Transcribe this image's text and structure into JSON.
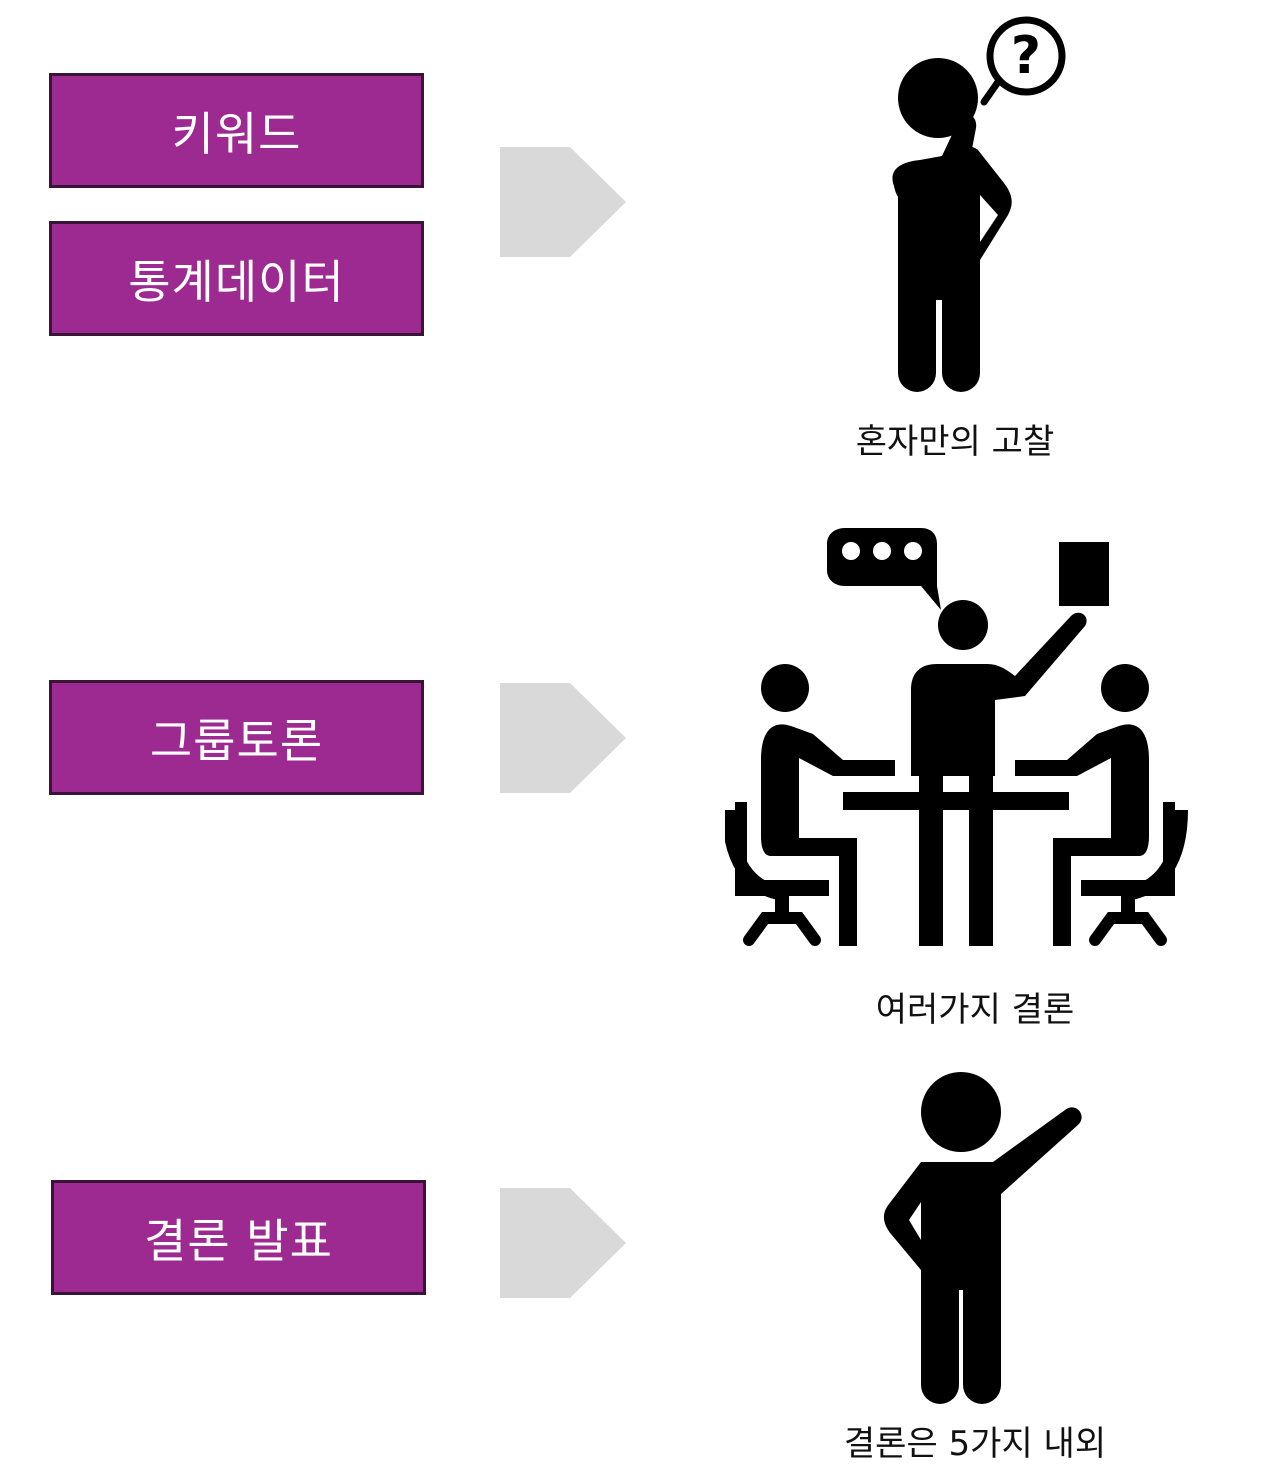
{
  "colors": {
    "box_fill": "#9c2a90",
    "box_border": "#3a1436",
    "box_text": "#ffffff",
    "arrow": "#d9d9d9",
    "icon": "#000000",
    "caption": "#111111"
  },
  "rows": [
    {
      "boxes": [
        "키워드",
        "통계데이터"
      ],
      "icon": "thinking-person-icon",
      "caption": "혼자만의 고찰"
    },
    {
      "boxes": [
        "그룹토론"
      ],
      "icon": "group-meeting-icon",
      "caption": "여러가지 결론"
    },
    {
      "boxes": [
        "결론 발표"
      ],
      "icon": "presenting-person-icon",
      "caption": "결론은 5가지 내외"
    }
  ]
}
